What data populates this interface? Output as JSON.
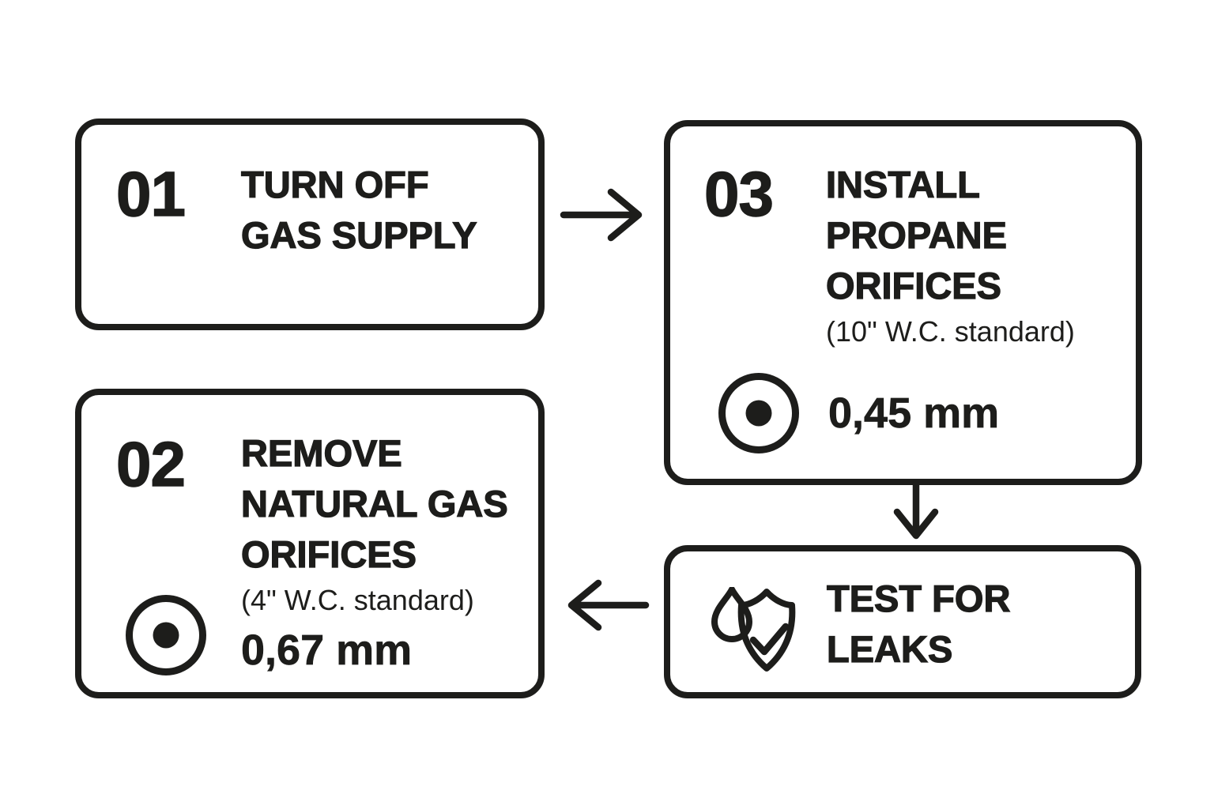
{
  "diagram": {
    "background_color": "#ffffff",
    "ink_color": "#1d1d1b",
    "steps": [
      {
        "number": "01",
        "title_lines": [
          "TURN OFF",
          "GAS SUPPLY"
        ]
      },
      {
        "number": "02",
        "title_lines": [
          "REMOVE",
          "NATURAL GAS",
          "ORIFICES"
        ],
        "spec": "(4\" W.C. standard)",
        "orifice_size": "0,67 mm",
        "icon": "orifice-icon"
      },
      {
        "number": "03",
        "title_lines": [
          "INSTALL",
          "PROPANE",
          "ORIFICES"
        ],
        "spec": "(10\" W.C. standard)",
        "orifice_size": "0,45 mm",
        "icon": "orifice-icon"
      },
      {
        "title_lines": [
          "TEST FOR",
          "LEAKS"
        ],
        "icon": "leak-test-shield-icon"
      }
    ],
    "connectors": [
      {
        "direction": "right",
        "between": [
          "01",
          "03"
        ]
      },
      {
        "direction": "down",
        "between": [
          "03",
          "leak-test"
        ]
      },
      {
        "direction": "left",
        "between": [
          "leak-test",
          "02"
        ]
      }
    ]
  }
}
